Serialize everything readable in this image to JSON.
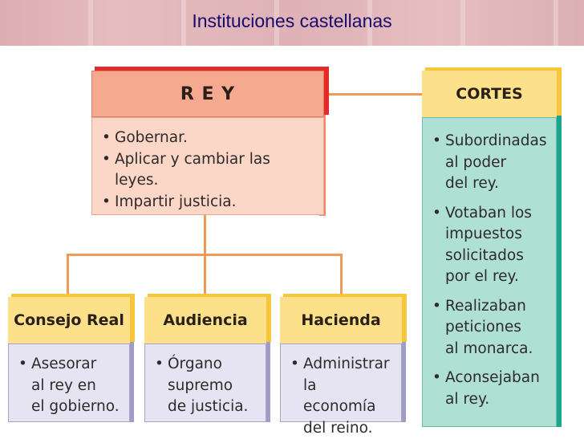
{
  "title": "Instituciones castellanas",
  "rey": {
    "heading": "R E Y",
    "items": [
      "Gobernar.",
      "Aplicar y cambiar las leyes.",
      "Impartir justicia."
    ]
  },
  "cortes": {
    "heading": "CORTES",
    "items": [
      "Subordinadas\nal poder\ndel rey.",
      "Votaban los\nimpuestos\nsolicitados\npor el rey.",
      "Realizaban\npeticiones\nal monarca.",
      "Aconsejaban\nal rey."
    ]
  },
  "consejo": {
    "heading": "Consejo Real",
    "items": [
      "Asesorar\nal rey en\nel gobierno."
    ]
  },
  "audiencia": {
    "heading": "Audiencia",
    "items": [
      "Órgano\nsupremo\nde justicia."
    ]
  },
  "hacienda": {
    "heading": "Hacienda",
    "items": [
      "Administrar\nla economía\ndel reino."
    ]
  },
  "colors": {
    "rey_header": "#f5a98e",
    "rey_body": "#fcd6c6",
    "yellow": "#fde08a",
    "teal": "#aee0d4",
    "lavender": "#e6e4f3",
    "connector": "#f09a5a"
  }
}
